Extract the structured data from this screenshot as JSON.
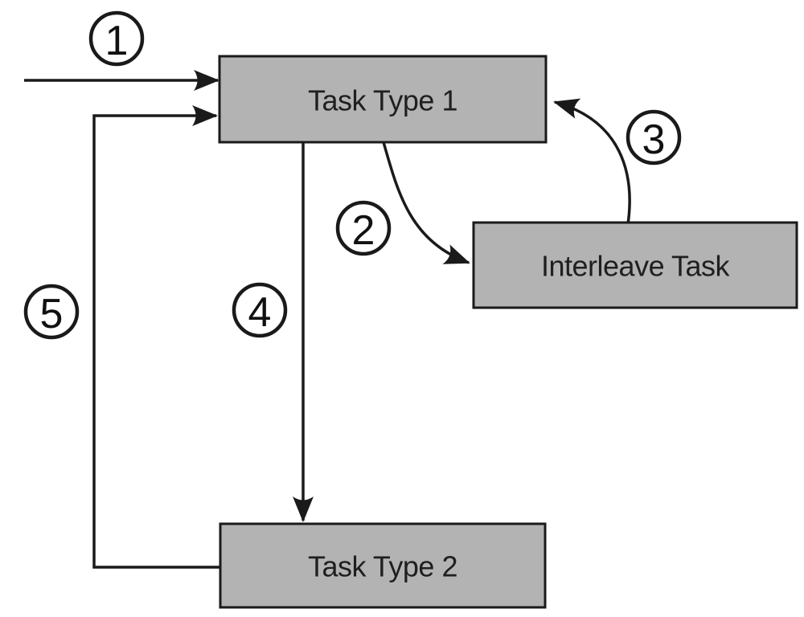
{
  "diagram": {
    "boxes": [
      {
        "id": "task-type-1",
        "label": "Task Type 1"
      },
      {
        "id": "interleave-task",
        "label": "Interleave Task"
      },
      {
        "id": "task-type-2",
        "label": "Task Type 2"
      }
    ],
    "arrows": [
      {
        "number": "1",
        "from": "external-input",
        "to": "task-type-1"
      },
      {
        "number": "2",
        "from": "task-type-1",
        "to": "interleave-task"
      },
      {
        "number": "3",
        "from": "interleave-task",
        "to": "task-type-1"
      },
      {
        "number": "4",
        "from": "task-type-1",
        "to": "task-type-2"
      },
      {
        "number": "5",
        "from": "task-type-2",
        "to": "task-type-1"
      }
    ],
    "colors": {
      "box_fill": "#b3b3b3",
      "line": "#1a1a1a",
      "background": "#ffffff"
    }
  }
}
